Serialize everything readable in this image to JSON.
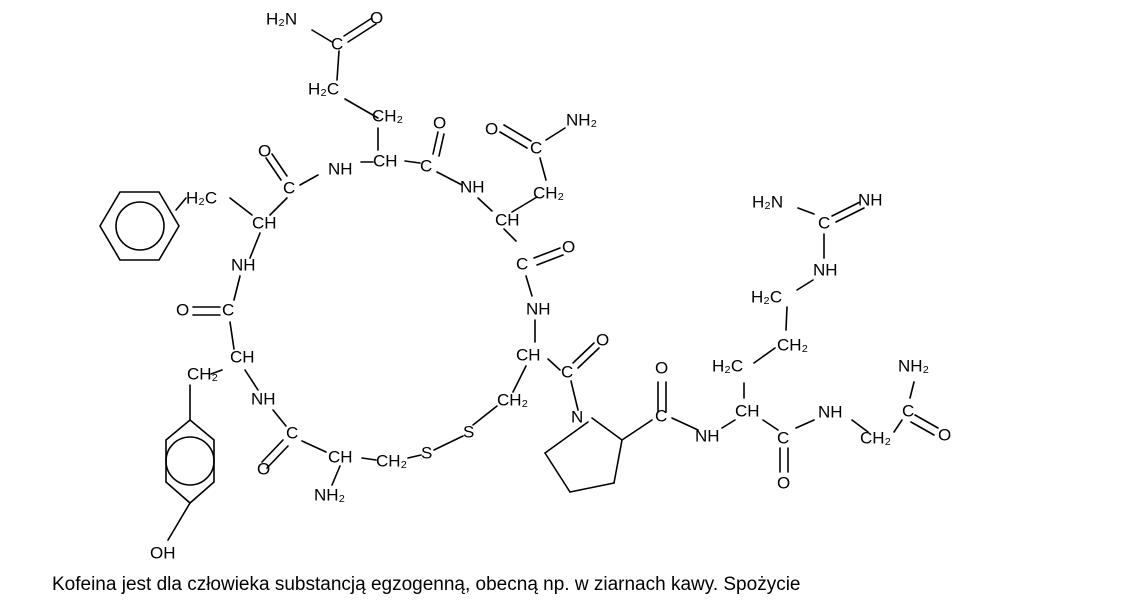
{
  "labels": {
    "h2n": "H₂N",
    "nh2": "NH₂",
    "h2c": "H₂C",
    "ch2": "CH₂",
    "ch": "CH",
    "c": "C",
    "o": "O",
    "nh": "NH",
    "n": "N",
    "s": "S",
    "oh": "OH"
  },
  "caption": "Kofeina jest dla człowieka substancją egzogenną, obecną np. w ziarnach kawy. Spożycie"
}
